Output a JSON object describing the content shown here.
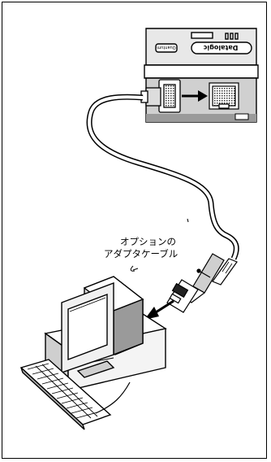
{
  "callout": {
    "line1": "オプションの",
    "line2": "アダプタケーブル"
  },
  "device": {
    "logo_text": "Datalogic",
    "small_label": "Quantum"
  },
  "colors": {
    "stroke": "#000000",
    "background": "#ffffff",
    "device_shade": "#c8c8c8",
    "dark": "#1a1a1a"
  }
}
